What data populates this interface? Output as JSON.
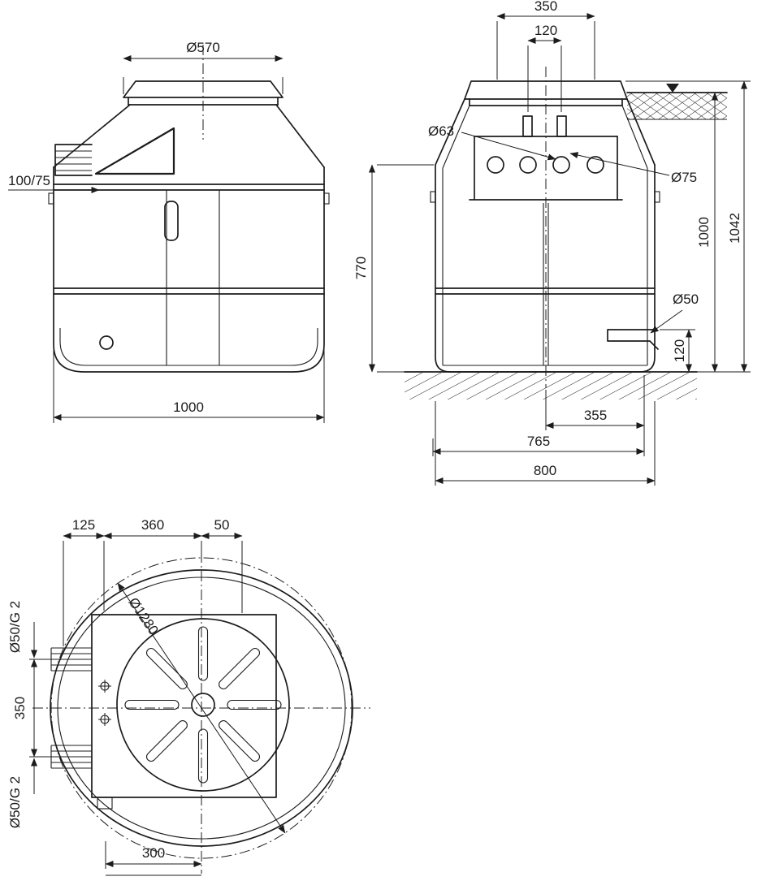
{
  "drawing": {
    "line_color": "#1c1c1c",
    "bg_color": "#ffffff",
    "side": {
      "dia570": "Ø570",
      "inlet": "100/75",
      "width": "1000"
    },
    "front": {
      "top_w": "350",
      "top_inner": "120",
      "dia63": "Ø63",
      "dia75": "Ø75",
      "h770": "770",
      "h1000": "1000",
      "h1042": "1042",
      "dia50": "Ø50",
      "h120": "120",
      "b355": "355",
      "b765": "765",
      "b800": "800"
    },
    "plan": {
      "d125": "125",
      "d360": "360",
      "d50": "50",
      "port_top": "Ø50/G 2",
      "d350": "350",
      "port_bottom": "Ø50/G 2",
      "dia1280": "Ø1280",
      "d300": "300"
    }
  }
}
